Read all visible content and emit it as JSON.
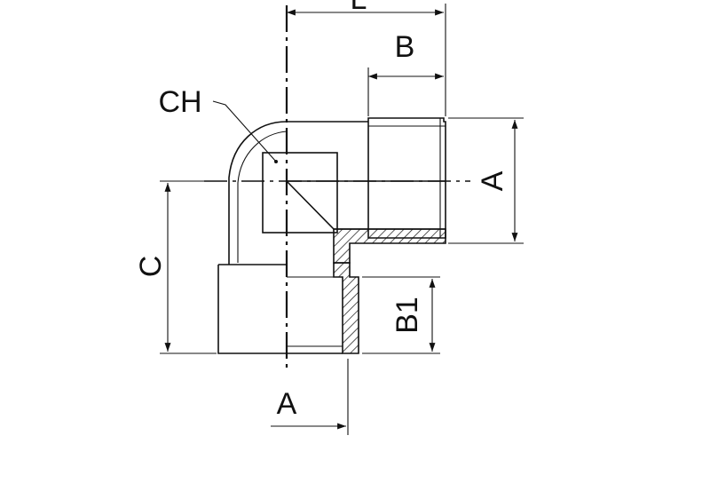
{
  "diagram": {
    "labels": {
      "top_dimension": "L",
      "thread_length": "B",
      "hex_size": "CH",
      "thread_diameter_right": "A",
      "height": "C",
      "socket_length": "B1",
      "thread_diameter_bottom": "A"
    }
  }
}
